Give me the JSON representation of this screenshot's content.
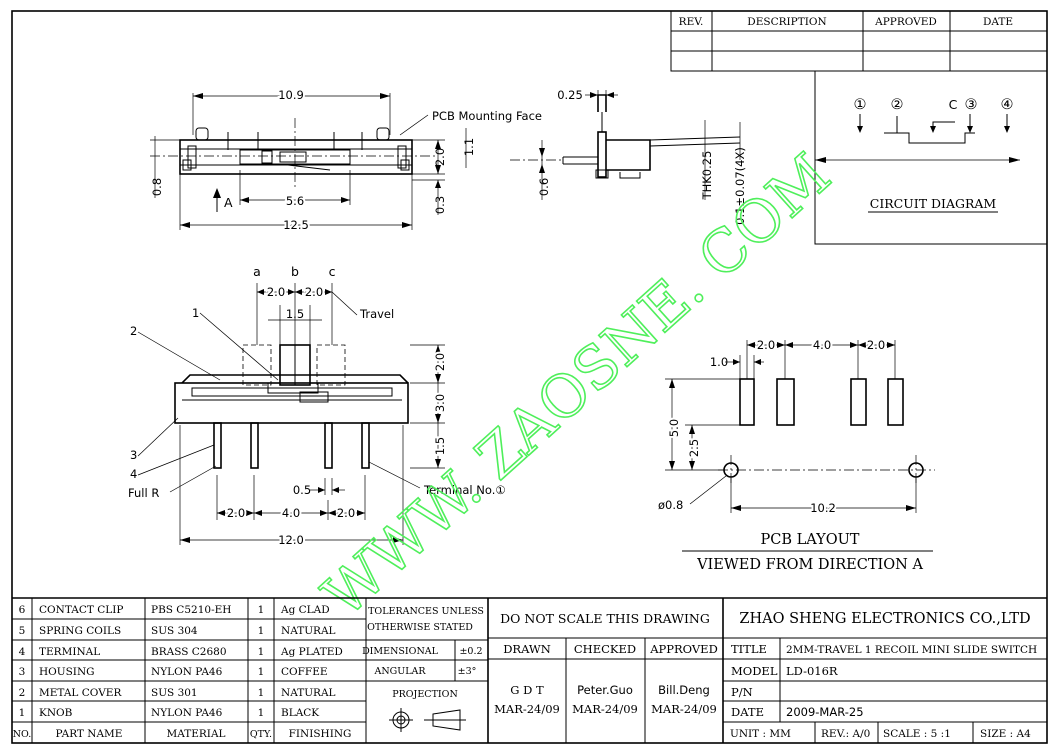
{
  "revision_table": {
    "headers": [
      "REV.",
      "DESCRIPTION",
      "APPROVED",
      "DATE"
    ]
  },
  "side_view": {
    "dim_width": "10.9",
    "dim_total": "12.5",
    "dim_pitch": "5.6",
    "dim_height": "2.0",
    "dim_top": "1.1",
    "dim_bottom": "0.3",
    "dim_left": "0.8",
    "pcb_face_label": "PCB Mounting Face",
    "arrow_a_label": "A"
  },
  "end_view": {
    "dim_top": "0.25",
    "dim_pin": "0.6",
    "thk_label": "THK0.25",
    "pin_label": "0.1±0.07(4X)"
  },
  "circuit": {
    "pins": [
      "①",
      "②",
      "C",
      "③",
      "④"
    ],
    "title": "CIRCUIT DIAGRAM"
  },
  "front_view": {
    "positions": [
      "a",
      "b",
      "c"
    ],
    "dim_travel_1": "2.0",
    "dim_travel_2": "2.0",
    "travel_label": "Travel",
    "dim_knob": "1.5",
    "dim_knob_h": "2.0",
    "dim_body_h": "3.0",
    "dim_pin_h": "1.5",
    "dim_pin_w": "0.5",
    "pitch_1": "2.0",
    "pitch_2": "4.0",
    "pitch_3": "2.0",
    "dim_total": "12.0",
    "callouts": [
      "1",
      "2",
      "3",
      "4"
    ],
    "full_r_label": "Full R",
    "terminal_label": "Terminal No.①"
  },
  "pcb_layout": {
    "dim_pad_w": "1.0",
    "pitch_1": "2.0",
    "pitch_2": "4.0",
    "pitch_3": "2.0",
    "dim_h": "5.0",
    "dim_h2": "2.5",
    "hole_label": "ø0.8",
    "hole_pitch": "10.2",
    "title": "PCB LAYOUT",
    "subtitle": "VIEWED FROM DIRECTION A"
  },
  "watermark": "WWW. ZAOSNE. COM",
  "bom": {
    "rows": [
      {
        "no": "6",
        "part": "CONTACT CLIP",
        "material": "PBS C5210-EH",
        "qty": "1",
        "finish": "Ag CLAD"
      },
      {
        "no": "5",
        "part": "SPRING COILS",
        "material": "SUS 304",
        "qty": "1",
        "finish": "NATURAL"
      },
      {
        "no": "4",
        "part": "TERMINAL",
        "material": "BRASS C2680",
        "qty": "1",
        "finish": "Ag PLATED"
      },
      {
        "no": "3",
        "part": "HOUSING",
        "material": "NYLON PA46",
        "qty": "1",
        "finish": "COFFEE"
      },
      {
        "no": "2",
        "part": "METAL COVER",
        "material": "SUS 301",
        "qty": "1",
        "finish": "NATURAL"
      },
      {
        "no": "1",
        "part": "KNOB",
        "material": "NYLON PA46",
        "qty": "1",
        "finish": "BLACK"
      }
    ],
    "headers": {
      "no": "NO.",
      "part": "PART NAME",
      "material": "MATERIAL",
      "qty": "QTY.",
      "finish": "FINISHING"
    }
  },
  "tolerances": {
    "title_1": "TOLERANCES UNLESS",
    "title_2": "OTHERWISE STATED",
    "dimensional": "DIMENSIONAL",
    "dimensional_val": "±0.2",
    "angular": "ANGULAR",
    "angular_val": "±3°",
    "projection": "PROJECTION"
  },
  "approval": {
    "note": "DO NOT SCALE THIS DRAWING",
    "drawn": "DRAWN",
    "checked": "CHECKED",
    "approved": "APPROVED",
    "drawn_by": "G D T",
    "checked_by": "Peter.Guo",
    "approved_by": "Bill.Deng",
    "drawn_date": "MAR-24/09",
    "checked_date": "MAR-24/09",
    "approved_date": "MAR-24/09"
  },
  "title_block": {
    "company": "ZHAO SHENG ELECTRONICS CO.,LTD",
    "title_label": "TITLE",
    "title_value": "2MM-TRAVEL 1 RECOIL MINI SLIDE SWITCH",
    "model_label": "MODEL",
    "model_value": "LD-016R",
    "pn_label": "P/N",
    "pn_value": "",
    "date_label": "DATE",
    "date_value": "2009-MAR-25",
    "unit": "UNIT : MM",
    "rev": "REV.: A/0",
    "scale": "SCALE : 5 :1",
    "size": "SIZE : A4"
  }
}
